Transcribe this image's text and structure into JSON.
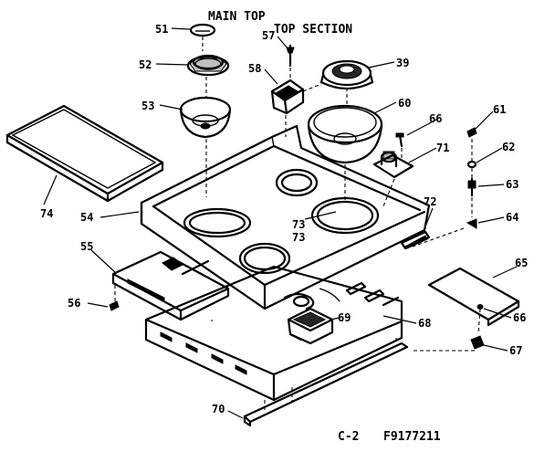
{
  "title": {
    "line1": "MAIN TOP",
    "line2": "TOP SECTION"
  },
  "footer": {
    "code": "C-2",
    "part_number": "F9177211"
  },
  "callouts": {
    "c51": "51",
    "c52": "52",
    "c53": "53",
    "c54": "54",
    "c55": "55",
    "c56": "56",
    "c57": "57",
    "c58": "58",
    "c39": "39",
    "c60": "60",
    "c61": "61",
    "c62": "62",
    "c63": "63",
    "c64": "64",
    "c65": "65",
    "c66a": "66",
    "c66b": "66",
    "c67": "67",
    "c68": "68",
    "c69": "69",
    "c70": "70",
    "c71": "71",
    "c72": "72",
    "c73a": "73",
    "c73b": "73",
    "c74": "74"
  }
}
